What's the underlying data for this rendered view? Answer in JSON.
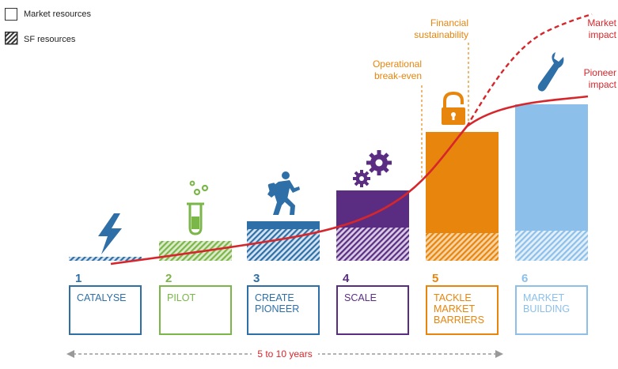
{
  "legend": {
    "market_resources": "Market resources",
    "sf_resources": "SF resources"
  },
  "annotations": {
    "operational_line1": "Operational",
    "operational_line2": "break-even",
    "financial_line1": "Financial",
    "financial_line2": "sustainability",
    "market_impact_line1": "Market",
    "market_impact_line2": "impact",
    "pioneer_impact_line1": "Pioneer",
    "pioneer_impact_line2": "impact"
  },
  "timeline": {
    "label": "5 to 10 years"
  },
  "stages": [
    {
      "number": "1",
      "lines": [
        "CATALYSE"
      ],
      "color": "#2e6fa7",
      "icon": "lightning-icon"
    },
    {
      "number": "2",
      "lines": [
        "PILOT"
      ],
      "color": "#7ab648",
      "icon": "test-tube-icon"
    },
    {
      "number": "3",
      "lines": [
        "CREATE",
        "PIONEER"
      ],
      "color": "#2e6fa7",
      "icon": "climber-icon"
    },
    {
      "number": "4",
      "lines": [
        "SCALE"
      ],
      "color": "#5b2d82",
      "icon": "gears-icon"
    },
    {
      "number": "5",
      "lines": [
        "TACKLE",
        "MARKET",
        "BARRIERS"
      ],
      "color": "#e8850c",
      "icon": "padlock-icon"
    },
    {
      "number": "6",
      "lines": [
        "MARKET",
        "BUILDING"
      ],
      "color": "#8cc0ea",
      "icon": "wrench-icon"
    }
  ],
  "colors": {
    "impact_curve": "#d7262b",
    "annotation": "#e8850c",
    "timeline": "#999999"
  }
}
